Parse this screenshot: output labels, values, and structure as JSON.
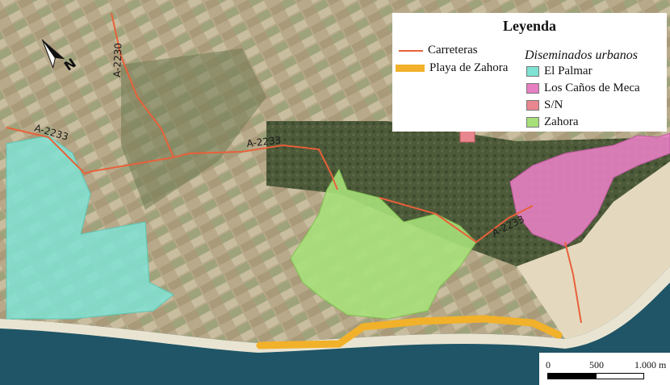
{
  "roads": [
    {
      "label": "A-2230"
    },
    {
      "label": "A-2233"
    },
    {
      "label": "A-2233"
    },
    {
      "label": "A-2233"
    }
  ],
  "north_arrow": {
    "label": "N"
  },
  "legend": {
    "title": "Leyenda",
    "roads_label": "Carreteras",
    "beach_label": "Playa de Zahora",
    "group_heading": "Diseminados urbanos",
    "items": [
      {
        "label": "El Palmar",
        "color": "#7fe3d3"
      },
      {
        "label": "Los Caños de Meca",
        "color": "#e77fc2"
      },
      {
        "label": "S/N",
        "color": "#e8878f"
      },
      {
        "label": "Zahora",
        "color": "#a7e07a"
      }
    ],
    "road_color": "#e8613a",
    "beach_color": "#f1b12a"
  },
  "scale_bar": {
    "ticks": [
      "0",
      "500",
      "1.000 m"
    ]
  }
}
